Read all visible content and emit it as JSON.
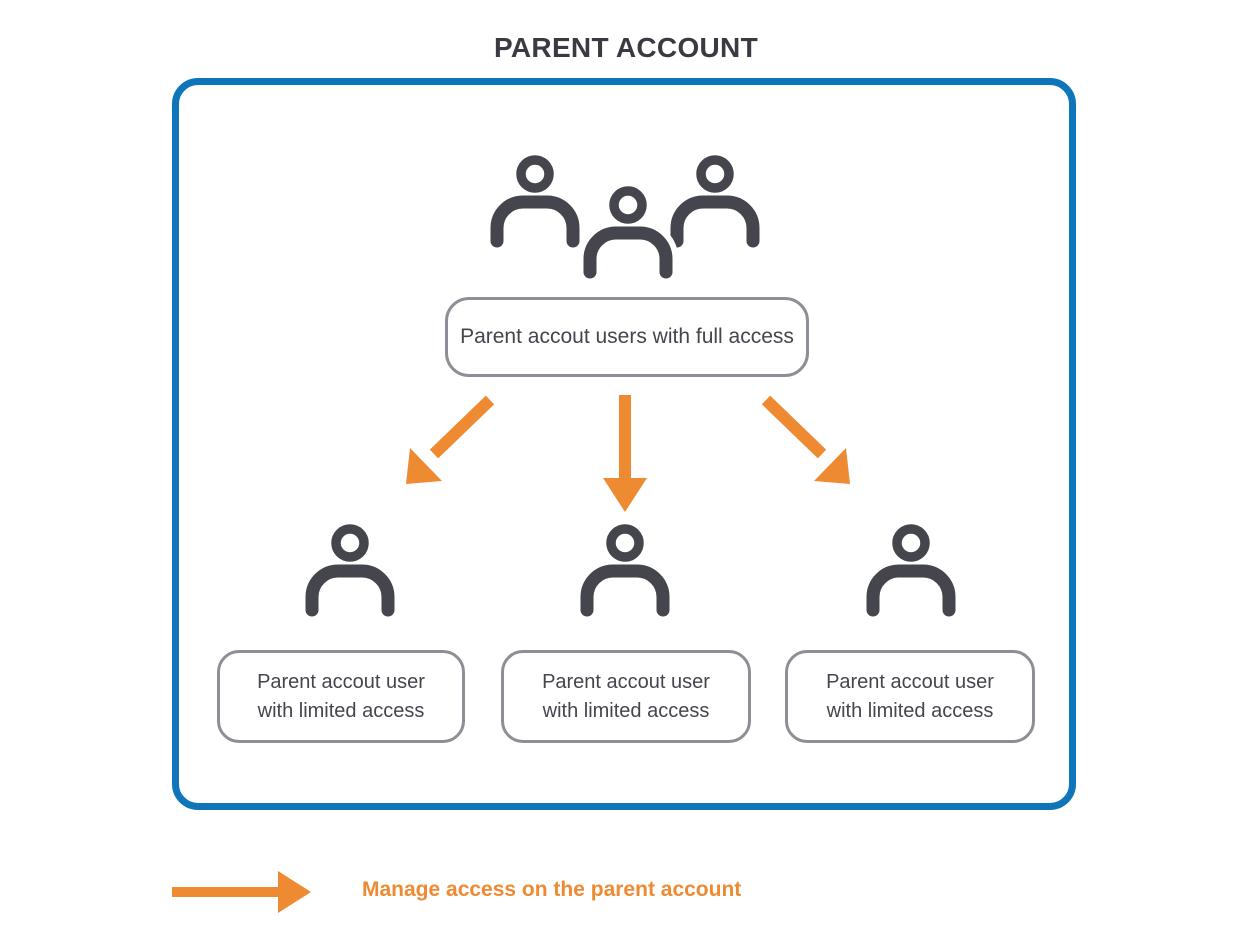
{
  "title": "PARENT ACCOUNT",
  "full_access_label": "Parent accout users with full access",
  "limited_users": [
    {
      "label": "Parent accout user with limited access"
    },
    {
      "label": "Parent accout user with limited access"
    },
    {
      "label": "Parent accout user with limited access"
    }
  ],
  "legend": {
    "label": "Manage access on the parent account"
  },
  "icons": {
    "group": "users-group-icon",
    "user": "user-icon",
    "connectors": [
      "arrow-down-left-icon",
      "arrow-down-icon",
      "arrow-down-right-icon"
    ],
    "legend_arrow": "arrow-right-icon"
  },
  "colors": {
    "accent-blue": "#0F75BB",
    "accent-orange": "#EE8A31",
    "icon-dark": "#45454D",
    "box-border": "#8E8E96",
    "text-dark": "#45454E",
    "title-dark": "#3A3A43"
  }
}
